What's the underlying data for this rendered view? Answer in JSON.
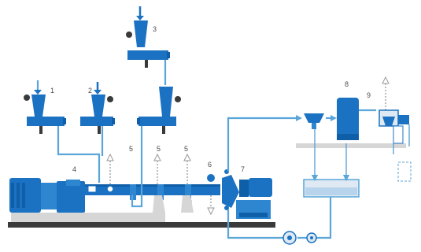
{
  "labels": {
    "feeder_1": "1",
    "feeder_2": "2",
    "side_feeder_3": "3",
    "extruder_4": "4",
    "vent_5a": "5",
    "vent_5b": "5",
    "vent_5c": "5",
    "valve_6": "6",
    "pump_7": "7",
    "unit_8": "8",
    "unit_9": "9"
  },
  "colors": {
    "equipment": "#1b72c2",
    "pipes": "#5aa6da",
    "floor": "#d6d6d6",
    "base": "#3a3a3a",
    "arrow": "#bdbdbd"
  }
}
